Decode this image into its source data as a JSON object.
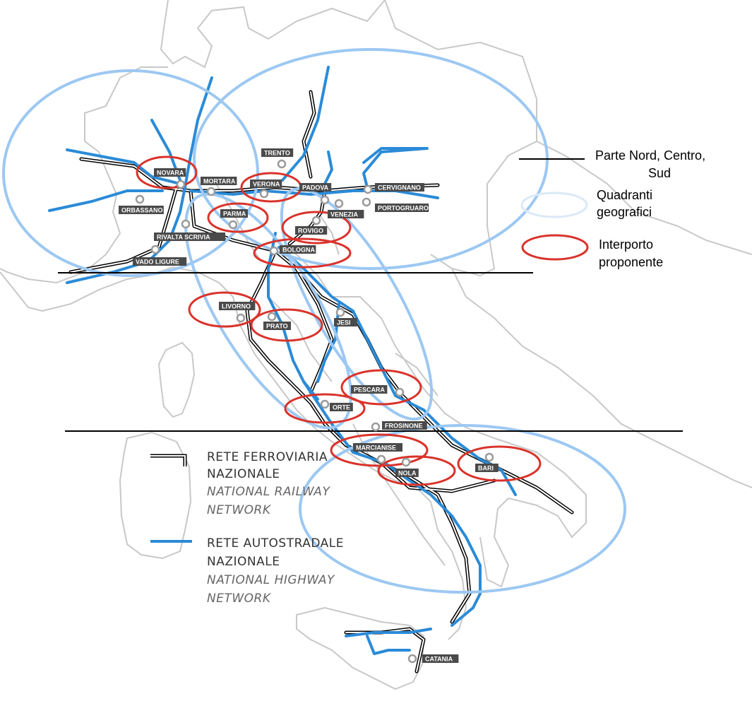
{
  "map": {
    "colors": {
      "borders": "#c8c8c8",
      "railway": "#000000",
      "highway": "#2b8bd7",
      "quadrant": "#9cc8f2",
      "interporto": "#d9332b",
      "label_bg": "#4a4a4a"
    },
    "cities": [
      {
        "name": "NOVARA",
        "interporto": true
      },
      {
        "name": "MORTARA",
        "interporto": false
      },
      {
        "name": "TRENTO",
        "interporto": false
      },
      {
        "name": "VERONA",
        "interporto": true
      },
      {
        "name": "PADOVA",
        "interporto": false
      },
      {
        "name": "CERVIGNANO",
        "interporto": false
      },
      {
        "name": "ORBASSANO",
        "interporto": false
      },
      {
        "name": "PARMA",
        "interporto": true
      },
      {
        "name": "VENEZIA",
        "interporto": false
      },
      {
        "name": "PORTOGRUARO",
        "interporto": false
      },
      {
        "name": "ROVIGO",
        "interporto": true
      },
      {
        "name": "RIVALTA SCRIVIA",
        "interporto": false
      },
      {
        "name": "BOLOGNA",
        "interporto": true
      },
      {
        "name": "VADO LIGURE",
        "interporto": false
      },
      {
        "name": "LIVORNO",
        "interporto": true
      },
      {
        "name": "PRATO",
        "interporto": true
      },
      {
        "name": "JESI",
        "interporto": false
      },
      {
        "name": "PESCARA",
        "interporto": true
      },
      {
        "name": "ORTE",
        "interporto": true
      },
      {
        "name": "FROSINONE",
        "interporto": false
      },
      {
        "name": "MARCIANISE",
        "interporto": true
      },
      {
        "name": "NOLA",
        "interporto": true
      },
      {
        "name": "BARI",
        "interporto": true
      },
      {
        "name": "CATANIA",
        "interporto": false
      }
    ]
  },
  "legend_right": {
    "parts_line1": "Parte Nord, Centro,",
    "parts_line2": "Sud",
    "quadrants_line1": "Quadranti",
    "quadrants_line2": "geografici",
    "interporto_line1": "Interporto",
    "interporto_line2": "proponente"
  },
  "legend_left": {
    "rail_it_1": "RETE FERROVIARIA",
    "rail_it_2": "NAZIONALE",
    "rail_en_1": "NATIONAL RAILWAY",
    "rail_en_2": "NETWORK",
    "road_it_1": "RETE AUTOSTRADALE",
    "road_it_2": "NAZIONALE",
    "road_en_1": "NATIONAL HIGHWAY",
    "road_en_2": "NETWORK"
  }
}
